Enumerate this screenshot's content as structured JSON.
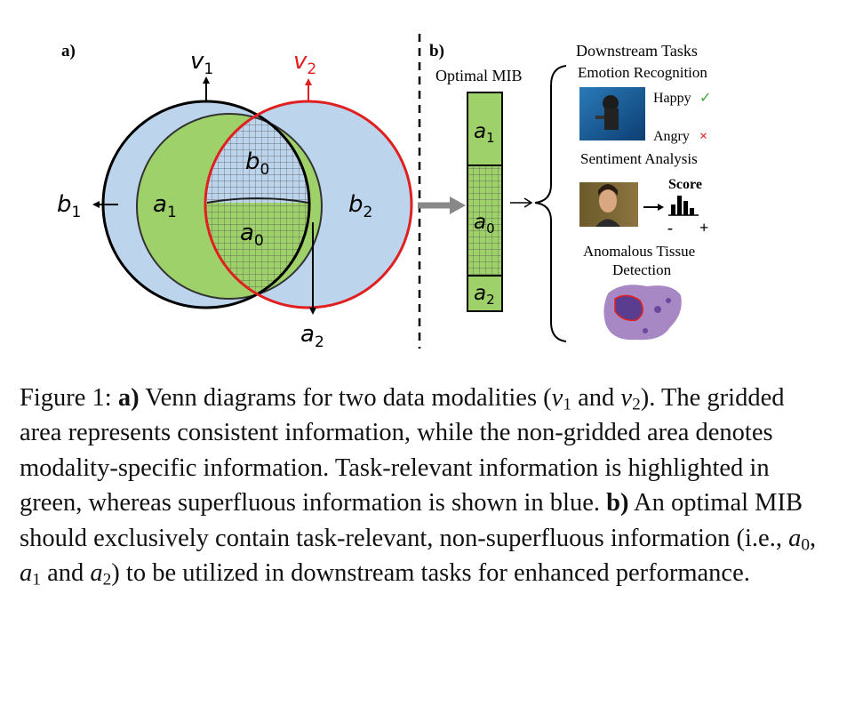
{
  "panel_a": {
    "label": "a)",
    "modality_1": {
      "symbol": "v",
      "index": "1"
    },
    "modality_2": {
      "symbol": "v",
      "index": "2"
    },
    "regions": {
      "b1": {
        "symbol": "b",
        "index": "1"
      },
      "a1": {
        "symbol": "a",
        "index": "1"
      },
      "b0": {
        "symbol": "b",
        "index": "0"
      },
      "a0": {
        "symbol": "a",
        "index": "0"
      },
      "b2": {
        "symbol": "b",
        "index": "2"
      },
      "a2": {
        "symbol": "a",
        "index": "2"
      }
    }
  },
  "panel_b": {
    "label": "b)",
    "mib_title": "Optimal MIB",
    "mib_blocks": [
      {
        "symbol": "a",
        "index": "1"
      },
      {
        "symbol": "a",
        "index": "0"
      },
      {
        "symbol": "a",
        "index": "2"
      }
    ],
    "downstream_title": "Downstream Tasks",
    "tasks": {
      "emotion": {
        "title": "Emotion Recognition",
        "happy": "Happy",
        "happy_mark": "✓",
        "angry": "Angry",
        "angry_mark": "×"
      },
      "sentiment": {
        "title": "Sentiment Analysis",
        "score_label": "Score",
        "minus": "-",
        "plus": "+"
      },
      "tissue": {
        "title_line1": "Anomalous Tissue",
        "title_line2": "Detection"
      }
    }
  },
  "caption": {
    "figure_label": "Figure 1:",
    "a_label": "a)",
    "a_text_1": "Venn diagrams for two data modalities (",
    "v": "v",
    "idx1": "1",
    "and_text": "and",
    "idx2": "2",
    "a_text_2": "). The gridded area represents consistent information, while the non-gridded area denotes modality-specific information. Task-relevant information is highlighted in green, whereas superfluous information is shown in blue.",
    "b_label": "b)",
    "b_text_1": "An optimal MIB should exclusively contain task-relevant, non-superfluous information (i.e.,",
    "a_sym": "a",
    "idx0": "0",
    "and2": "and",
    "b_text_2": ") to be utilized in downstream tasks for enhanced performance."
  },
  "colors": {
    "blue_fill": "#bcd5ec",
    "green_fill": "#9fd16a",
    "modality2_red": "#e02020",
    "outline_black": "#000000",
    "check_green": "#3aa83a",
    "cross_red": "#e02020"
  },
  "icons": [
    "arrow-up-icon",
    "arrow-left-icon",
    "arrow-down-icon",
    "thick-arrow-right-icon",
    "arrow-right-icon",
    "brace-icon",
    "bar-chart-icon",
    "check-icon",
    "cross-icon"
  ]
}
